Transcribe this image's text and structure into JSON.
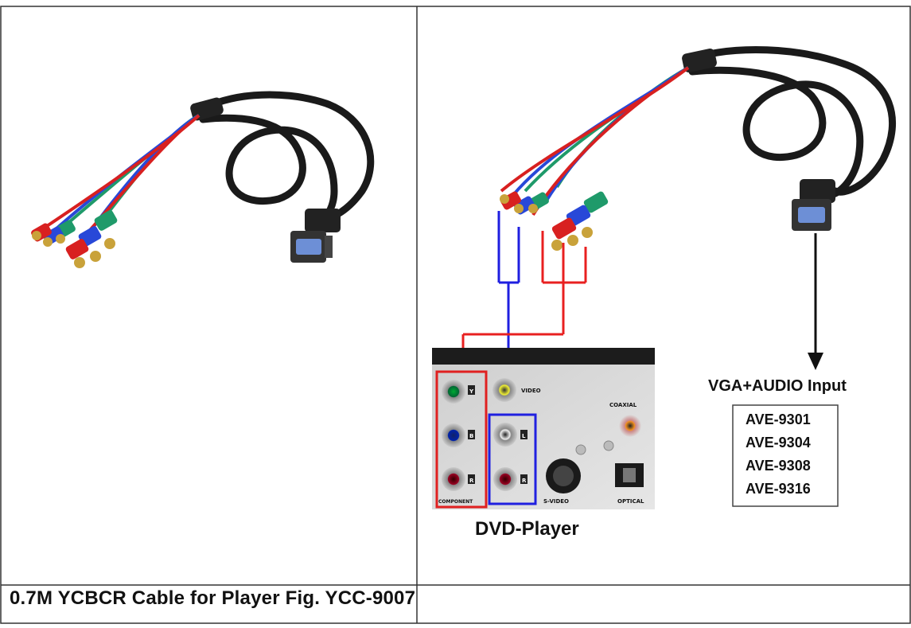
{
  "caption": "0.7M YCBCR Cable for Player  Fig. YCC-9007",
  "dvd": {
    "title": "DVD-Player",
    "labels": {
      "video": "VIDEO",
      "coaxial": "COAXIAL",
      "component": "COMPONENT",
      "svideo": "S-VIDEO",
      "optical": "OPTICAL",
      "port_y": "Y",
      "port_b": "B",
      "port_r": "R",
      "port_l": "L",
      "port_rr": "R"
    }
  },
  "vga_input": {
    "label": "VGA+AUDIO Input",
    "models": [
      "AVE-9301",
      "AVE-9304",
      "AVE-9308",
      "AVE-9316"
    ]
  },
  "colors": {
    "border": "#333333",
    "component_frame": "#e02020",
    "audio_frame": "#2020e0",
    "cable": "#1a1a1a",
    "plug_green": "#1f9a6a",
    "plug_blue": "#2848d8",
    "plug_red": "#d82020",
    "gold": "#c9a23a",
    "panel": "#d4d4d4"
  }
}
